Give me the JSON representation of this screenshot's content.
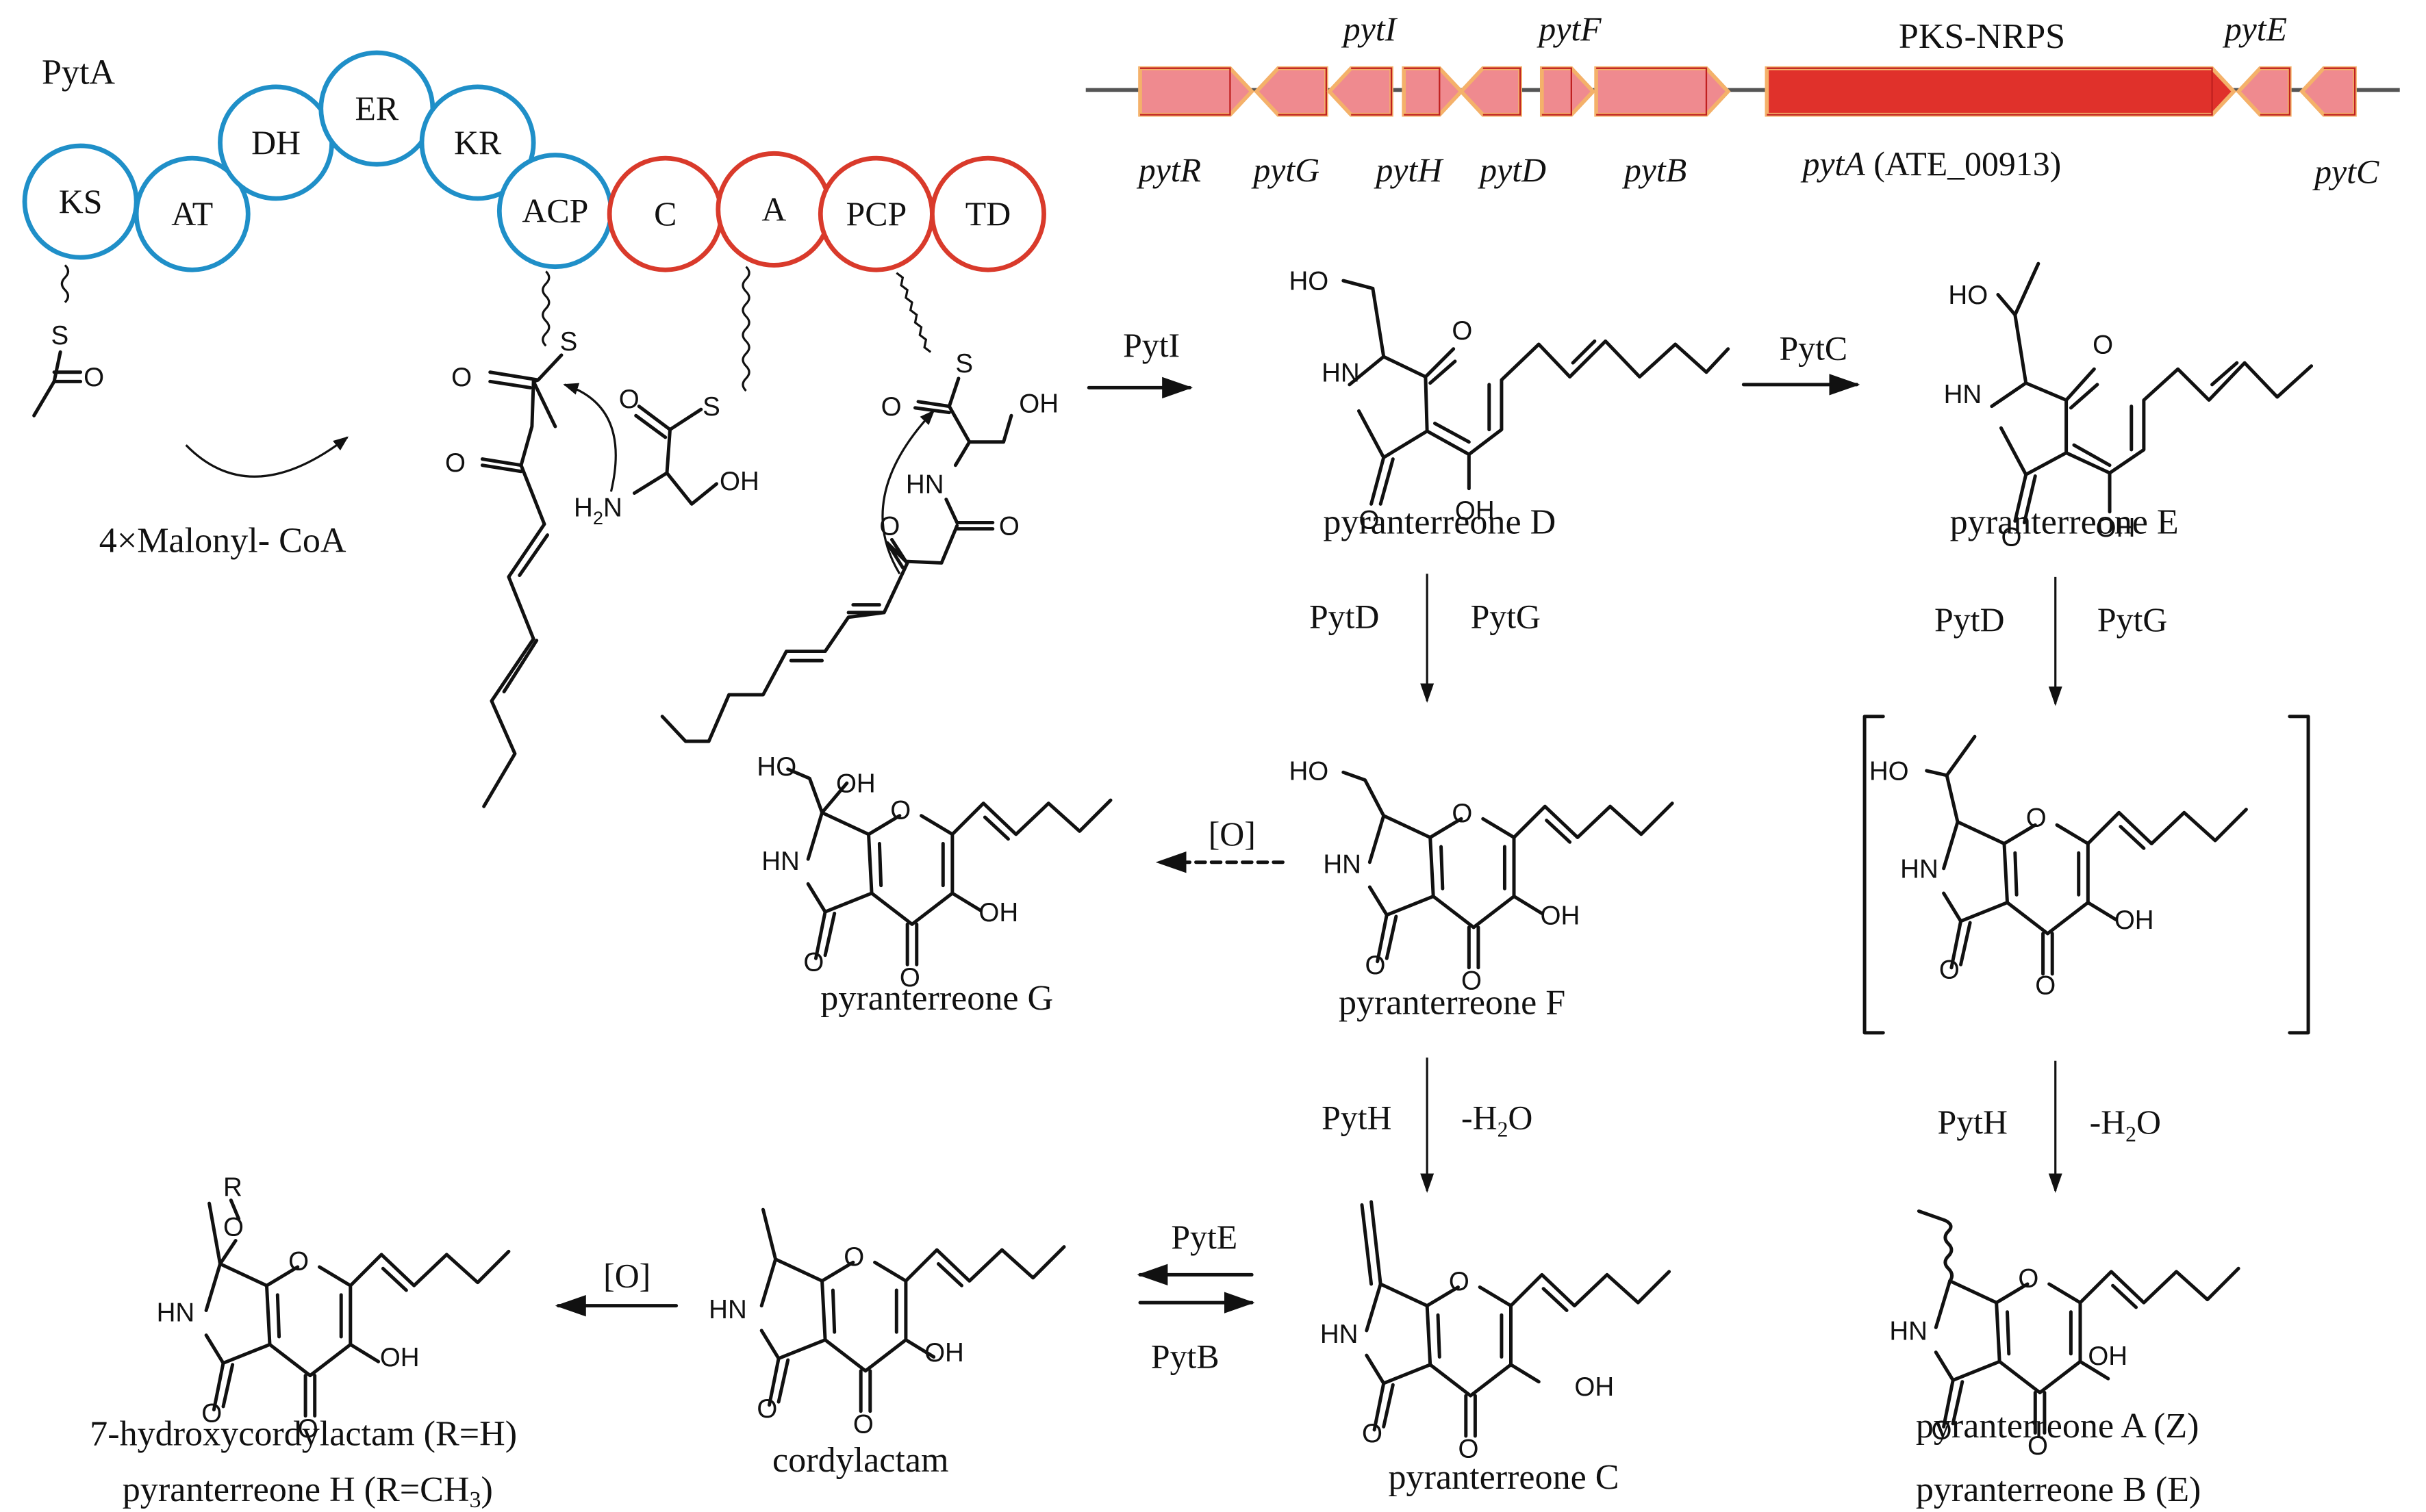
{
  "module": {
    "title": "PytA",
    "pks_domains": [
      {
        "label": "KS"
      },
      {
        "label": "AT"
      },
      {
        "label": "DH"
      },
      {
        "label": "ER"
      },
      {
        "label": "KR"
      },
      {
        "label": "ACP"
      }
    ],
    "nrps_domains": [
      {
        "label": "C"
      },
      {
        "label": "A"
      },
      {
        "label": "PCP"
      },
      {
        "label": "TD"
      }
    ],
    "colors": {
      "pks": "#1f8fc8",
      "nrps": "#d93a2b"
    },
    "extender": "4×Malonyl- CoA"
  },
  "gene_cluster": {
    "genes": [
      {
        "name": "pytR",
        "direction": "forward"
      },
      {
        "name": "pytG",
        "direction": "reverse"
      },
      {
        "name": "pytI",
        "direction": "reverse"
      },
      {
        "name": "pytH",
        "direction": "forward"
      },
      {
        "name": "pytD",
        "direction": "reverse"
      },
      {
        "name": "pytF",
        "direction": "forward"
      },
      {
        "name": "pytB",
        "direction": "forward"
      },
      {
        "name": "pytA",
        "direction": "forward",
        "suffix": " (ATE_00913)",
        "annotation": "PKS-NRPS"
      },
      {
        "name": "pytE",
        "direction": "reverse"
      },
      {
        "name": "pytC",
        "direction": "reverse"
      }
    ],
    "colors": {
      "gene_fill": "#ef8a8f",
      "core_fill": "#e0312b",
      "outline": "#f4b16a"
    }
  },
  "intermediates": {
    "atoms": {
      "S": "S",
      "O": "O",
      "OH": "OH",
      "HO": "HO",
      "HN": "HN",
      "H2N_H": "H",
      "H2N_2": "2",
      "H2N_N": "N",
      "R": "R"
    }
  },
  "compounds": {
    "D": "pyranterreone D",
    "E": "pyranterreone E",
    "F": "pyranterreone F",
    "G": "pyranterreone G",
    "C": "pyranterreone C",
    "AB": [
      "pyranterreone A (Z)",
      "pyranterreone B (E)"
    ],
    "cordylactam": "cordylactam",
    "H": [
      "7-hydroxycordylactam (R=H)",
      "pyranterreone H (R=CH",
      "3",
      ")"
    ]
  },
  "steps": {
    "pytI": "PytI",
    "pytC": "PytC",
    "pytD": "PytD",
    "pytG": "PytG",
    "pytH": "PytH",
    "minus_water": [
      "-H",
      "2",
      "O"
    ],
    "oxidation": "[O]",
    "pytE": "PytE",
    "pytB": "PytB"
  }
}
